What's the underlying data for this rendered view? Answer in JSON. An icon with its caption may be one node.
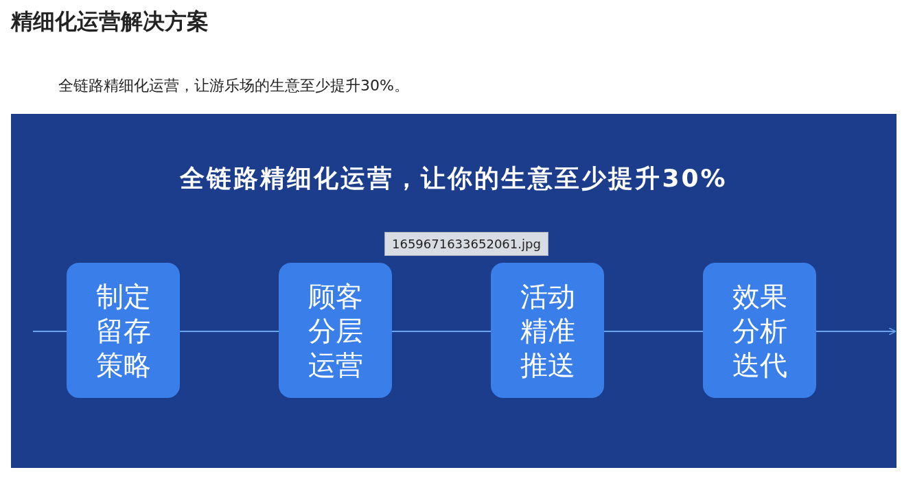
{
  "diagram": {
    "title": "精细化运营解决方案",
    "nodes": [
      {
        "text": [
          "全链路精细化运营，让你的生意至少提升30%"
        ]
      },
      {
        "text": [
          "制定留存策略"
        ],
        "in": 0
      },
      {
        "text": [
          "顾客分层运营"
        ],
        "in": 0
      },
      {
        "text": [
          "活动精准推送"
        ],
        "in": 0
      },
      {
        "text": [
          "效果分析迭代"
        ],
        "in": 0
      }
    ],
    "edges": [
      {
        "from": null,
        "to": 1,
        "arrow": "none"
      },
      {
        "from": 1,
        "to": 2,
        "arrow": "none"
      },
      {
        "from": 2,
        "to": 3,
        "arrow": "none"
      },
      {
        "from": 3,
        "to": 4,
        "arrow": "none"
      },
      {
        "from": 4,
        "to": null,
        "arrow": "to"
      }
    ],
    "labels": [
      "全链路精细化运营，让游乐场的生意至少提升30%。",
      "1659671633652061.jpg"
    ]
  }
}
